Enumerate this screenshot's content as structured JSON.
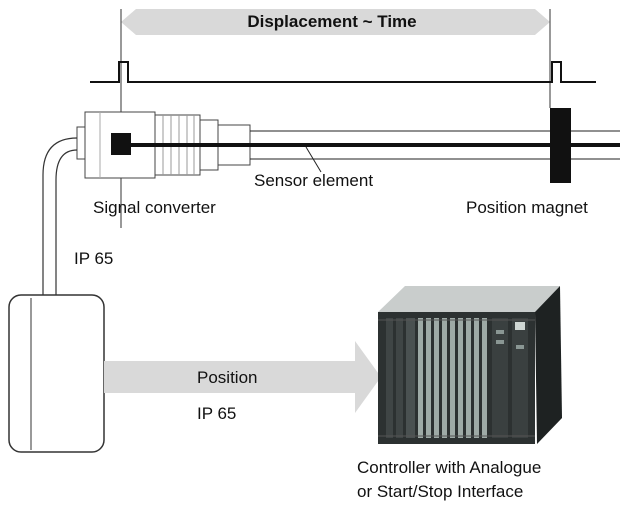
{
  "diagram": {
    "title": "Displacement ~ Time",
    "labels": {
      "sensor_element": "Sensor element",
      "signal_converter": "Signal converter",
      "position_magnet": "Position magnet",
      "ip_rating_top": "IP 65",
      "position": "Position",
      "ip_rating_bottom": "IP 65",
      "controller_line1": "Controller with Analogue",
      "controller_line2": "or Start/Stop Interface"
    }
  }
}
